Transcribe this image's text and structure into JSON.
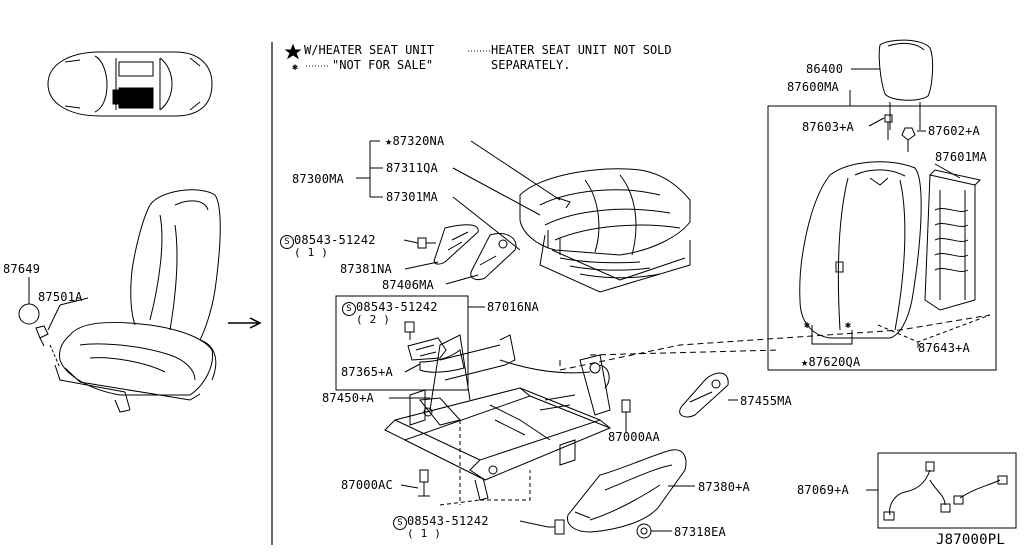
{
  "legend": {
    "star_text": "W/HEATER SEAT UNIT",
    "heater_text": "HEATER SEAT UNIT NOT SOLD",
    "heater_text2": "SEPARATELY.",
    "nfs_text": "\"NOT FOR SALE\""
  },
  "parts": {
    "p87649": "87649",
    "p87501A": "87501A",
    "p87320NA": "87320NA",
    "p87311QA": "87311QA",
    "p87300MA": "87300MA",
    "p87301MA": "87301MA",
    "p08543a": "08543-51242",
    "p08543a_q": "( 1 )",
    "p87381NA": "87381NA",
    "p87406MA": "87406MA",
    "p08543b": "08543-51242",
    "p08543b_q": "( 2 )",
    "p87016NA": "87016NA",
    "p87365A": "87365+A",
    "p87450A": "87450+A",
    "p87000AA": "87000AA",
    "p87455MA": "87455MA",
    "p87000AC": "87000AC",
    "p87380A": "87380+A",
    "p08543c": "08543-51242",
    "p08543c_q": "( 1 )",
    "p87318EA": "87318EA",
    "p86400": "86400",
    "p87600MA": "87600MA",
    "p87603A": "87603+A",
    "p87602A": "87602+A",
    "p87601MA": "87601MA",
    "p87643A": "87643+A",
    "p87620QA": "87620QA",
    "p87069A": "87069+A"
  },
  "footer": {
    "code": "J87000PL"
  }
}
